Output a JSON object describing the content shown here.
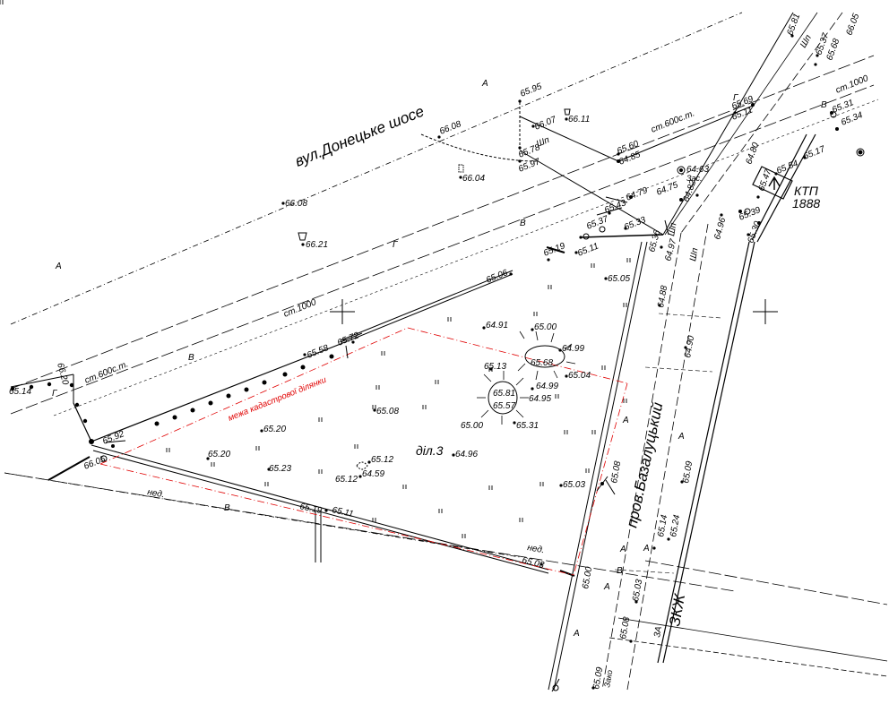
{
  "map": {
    "street_name": "вул.Донецьке шосе",
    "lane_name": "пров.Базалуцький",
    "parcel_label": "діл.3",
    "cadastral_boundary_label": "межа кадастрової ділянки",
    "ktp_label": "КТП",
    "ktp_number": "1888",
    "zkzh_label": "ЗКЖ",
    "label_3a": "3А",
    "zas_label": "Зас.",
    "zas2_label": "Зако",
    "fence_labels": [
      "ст.600с.т.",
      "ст.600с.т.",
      "ст.1000",
      "ст.1000"
    ],
    "line_codes": [
      "А",
      "А",
      "А",
      "А",
      "А",
      "А",
      "А",
      "А",
      "В",
      "В",
      "В",
      "В",
      "В",
      "Г",
      "Г",
      "Г",
      "Шп",
      "Шп",
      "Шп",
      "Шп",
      "нед.",
      "нед."
    ],
    "elevations": [
      "66.21",
      "66.08",
      "66.08",
      "66.04",
      "66.11",
      "66.07",
      "65.95",
      "65.78",
      "65.97",
      "64.85",
      "65.60",
      "65.69",
      "65.11",
      "65.81",
      "65.37",
      "65.68",
      "66.05",
      "64.63",
      "64.82",
      "64.75",
      "64.79",
      "65.43",
      "65.37",
      "65.33",
      "65.11",
      "65.19",
      "65.36",
      "64.97",
      "64.96",
      "64.80",
      "65.54",
      "65.47",
      "65.17",
      "65.31",
      "65.34",
      "65.39",
      "65.30",
      "65.06",
      "65.05",
      "64.88",
      "64.90",
      "64.91",
      "65.00",
      "64.99",
      "65.68",
      "65.13",
      "65.04",
      "64.99",
      "64.95",
      "65.81",
      "65.57",
      "65.31",
      "65.00",
      "65.72",
      "65.58",
      "65.08",
      "65.20",
      "65.20",
      "65.23",
      "65.12",
      "64.59",
      "65.12",
      "64.96",
      "65.03",
      "65.08",
      "65.09",
      "65.92",
      "66.05",
      "66.20",
      "65.19",
      "65.11",
      "65.03",
      "65.00",
      "65.14",
      "65.24",
      "65.03",
      "65.08",
      "65.09",
      "65.14"
    ]
  }
}
